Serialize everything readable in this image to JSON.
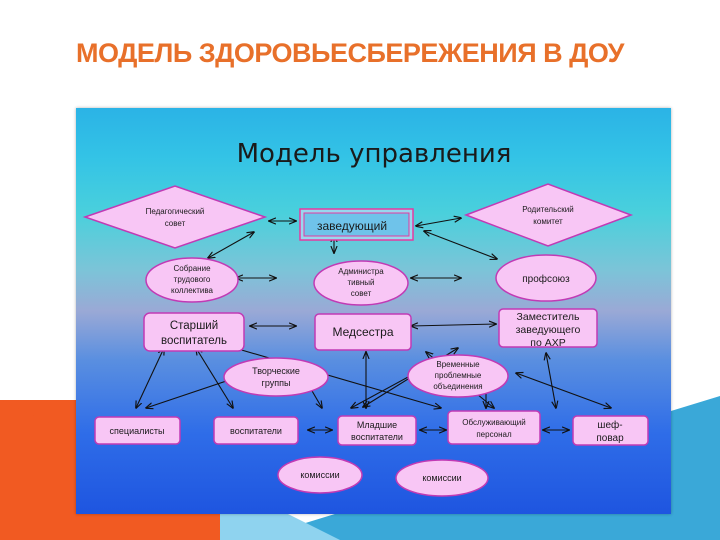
{
  "slide": {
    "title": "МОДЕЛЬ ЗДОРОВЬЕСБЕРЕЖЕНИЯ В ДОУ"
  },
  "diagram": {
    "heading": "Модель управления",
    "nodes": {
      "zaveduyushchiy": [
        "заведующий"
      ],
      "ped_sovet": [
        "Педагогический",
        "совет"
      ],
      "rod_komitet": [
        "Родительский",
        "комитет"
      ],
      "sobranie": [
        "Собрание",
        "трудового",
        "коллектива"
      ],
      "admin_sovet": [
        "Администра",
        "тивный",
        "совет"
      ],
      "profsoyuz": [
        "профсоюз"
      ],
      "st_vospitatel": [
        "Старший",
        "воспитатель"
      ],
      "medsestra": [
        "Медсестра"
      ],
      "zam_ahr": [
        "Заместитель",
        "заведующего",
        "по АХР"
      ],
      "tvorch_gruppy": [
        "Творческие",
        "группы"
      ],
      "vrem_obyed": [
        "Временные",
        "проблемные",
        "объединения"
      ],
      "spetsialisty": [
        "специалисты"
      ],
      "vospitateli": [
        "воспитатели"
      ],
      "ml_vospitateli": [
        "Младшие",
        "воспитатели"
      ],
      "obsl_personal": [
        "Обслуживающий",
        "персонал"
      ],
      "shef_povar": [
        "шеф-",
        "повар"
      ],
      "komissii_1": [
        "комиссии"
      ],
      "komissii_2": [
        "комиссии"
      ]
    }
  }
}
